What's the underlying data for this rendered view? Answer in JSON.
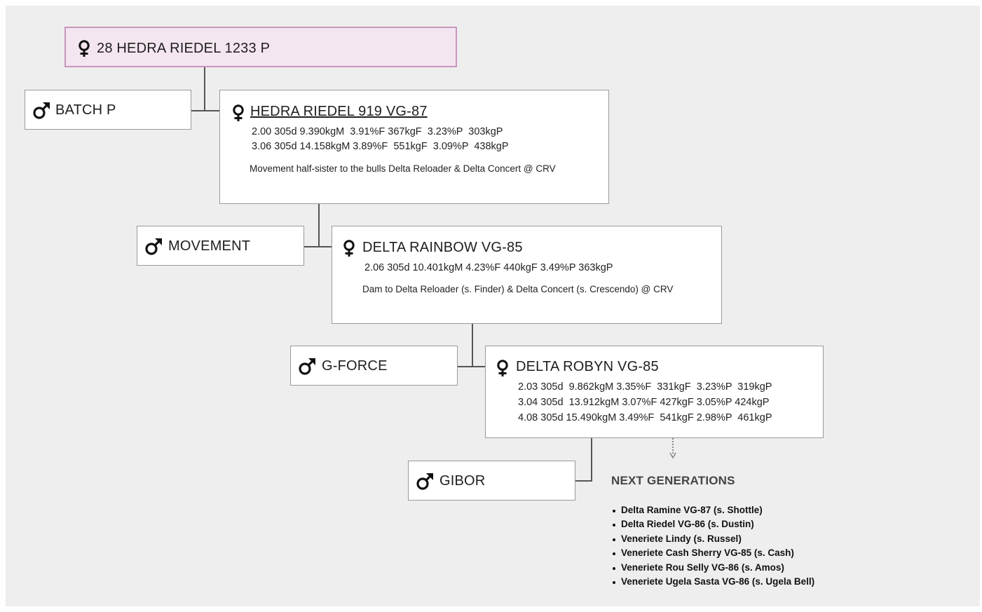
{
  "colors": {
    "background": "#eeeeee",
    "main_box_fill": "#f4e6f0",
    "main_box_border": "#c996be",
    "box_border": "#9a9a9a",
    "connector": "#555555"
  },
  "icons": {
    "female": "female-symbol-icon",
    "male": "male-symbol-icon",
    "arrow": "dotted-down-arrow-icon"
  },
  "main": {
    "name": "28 HEDRA RIEDEL 1233 P"
  },
  "generations": [
    {
      "sire": "BATCH P",
      "dam": {
        "name": "HEDRA RIEDEL 919 VG-87",
        "stats": [
          "2.00 305d 9.390kgM  3.91%F 367kgF  3.23%P  303kgP",
          "3.06 305d 14.158kgM 3.89%F  551kgF  3.09%P  438kgP"
        ],
        "note": "Movement half-sister to the bulls Delta Reloader & Delta Concert @ CRV"
      }
    },
    {
      "sire": "MOVEMENT",
      "dam": {
        "name": "DELTA RAINBOW VG-85",
        "stats": [
          "2.06 305d 10.401kgM 4.23%F 440kgF 3.49%P 363kgP"
        ],
        "note": "Dam to Delta Reloader (s. Finder) & Delta Concert (s. Crescendo) @ CRV"
      }
    },
    {
      "sire": "G-FORCE",
      "dam": {
        "name": "DELTA ROBYN VG-85",
        "stats": [
          "2.03 305d  9.862kgM 3.35%F  331kgF  3.23%P  319kgP",
          "3.04 305d  13.912kgM 3.07%F 427kgF 3.05%P 424kgP",
          "4.08 305d 15.490kgM 3.49%F  541kgF 2.98%P  461kgP"
        ]
      }
    },
    {
      "sire": "GIBOR"
    }
  ],
  "next_generations": {
    "title": "NEXT GENERATIONS",
    "items": [
      "Delta Ramine VG-87 (s. Shottle)",
      "Delta Riedel VG-86 (s. Dustin)",
      "Veneriete Lindy (s. Russel)",
      "Veneriete Cash Sherry VG-85 (s. Cash)",
      "Veneriete Rou Selly VG-86 (s. Amos)",
      "Veneriete Ugela Sasta VG-86 (s. Ugela Bell)"
    ]
  }
}
